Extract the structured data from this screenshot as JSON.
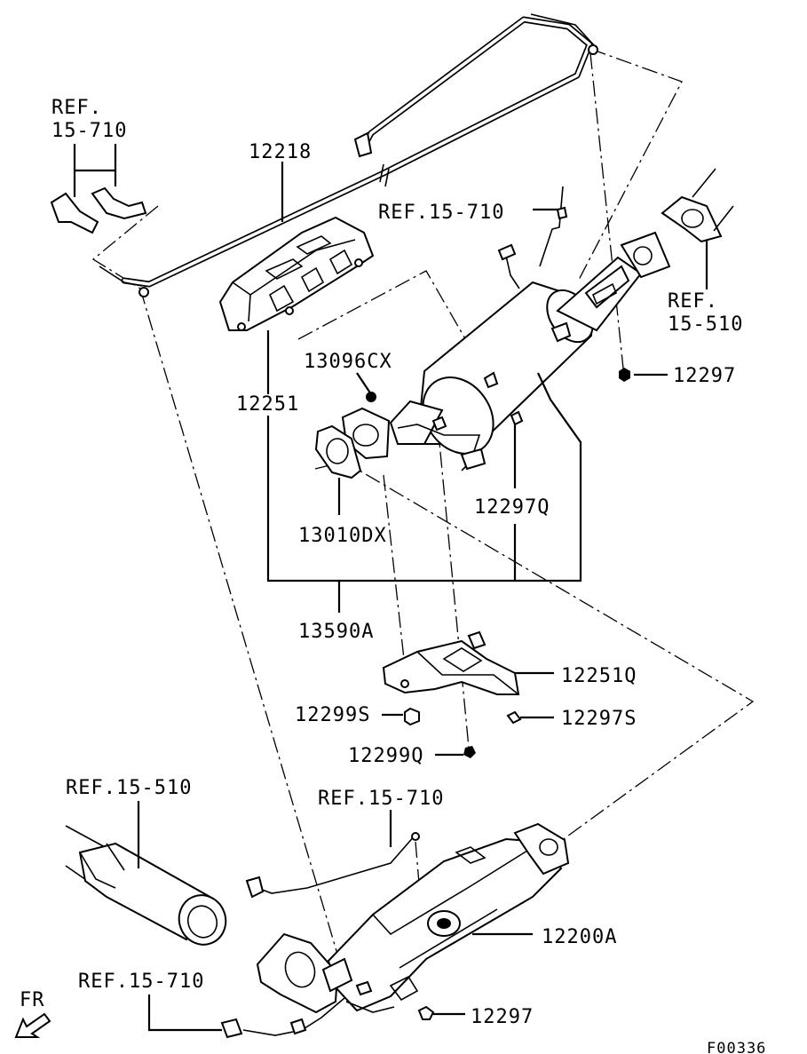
{
  "drawing_code": "F00336",
  "direction": {
    "label": "FR"
  },
  "labels": {
    "ref_15_710_top": "REF.\n15-710",
    "ref_15_710_sensor": "REF.15-710",
    "ref_15_510_right": "REF.\n15-510",
    "ref_15_510_left": "REF.15-510",
    "ref_15_710_mid": "REF.15-710",
    "ref_15_710_bottom": "REF.15-710",
    "p12218": "12218",
    "p13096CX": "13096CX",
    "p12251": "12251",
    "p13010DX": "13010DX",
    "p12297_top": "12297",
    "p12297Q": "12297Q",
    "p13590A": "13590A",
    "p12251Q": "12251Q",
    "p12299S": "12299S",
    "p12297S": "12297S",
    "p12299Q": "12299Q",
    "p12200A": "12200A",
    "p12297_bottom": "12297"
  }
}
